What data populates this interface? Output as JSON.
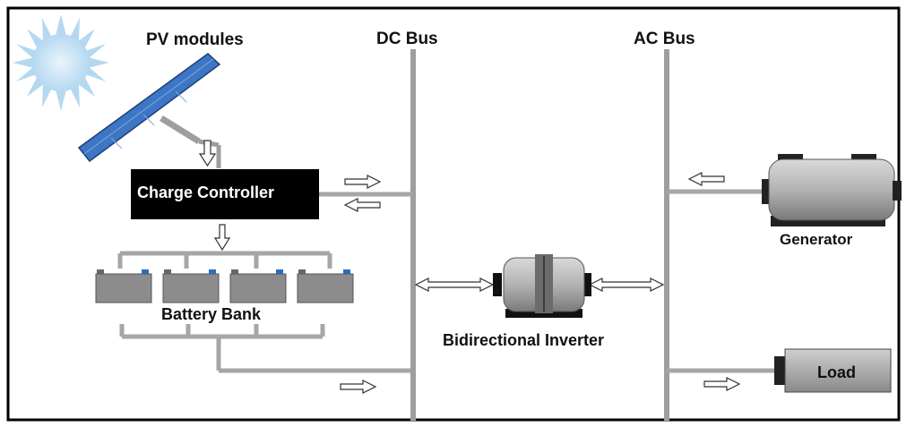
{
  "labels": {
    "pv_modules": "PV modules",
    "dc_bus": "DC Bus",
    "ac_bus": "AC Bus",
    "charge_controller": "Charge Controller",
    "battery_bank": "Battery Bank",
    "bidirectional_inverter": "Bidirectional Inverter",
    "generator": "Generator",
    "load": "Load"
  },
  "colors": {
    "bus_line": "#9e9e9e",
    "controller_fill": "#000000",
    "sun": "#bcdcf4",
    "panel": "#3c76c4",
    "battery": "#8c8c8c",
    "machine": "#a6a6a6",
    "border": "#000000"
  },
  "icons": [
    "sun-icon",
    "pv-panel-icon",
    "battery-icon",
    "inverter-icon",
    "generator-icon",
    "load-box-icon",
    "arrow-icon"
  ]
}
